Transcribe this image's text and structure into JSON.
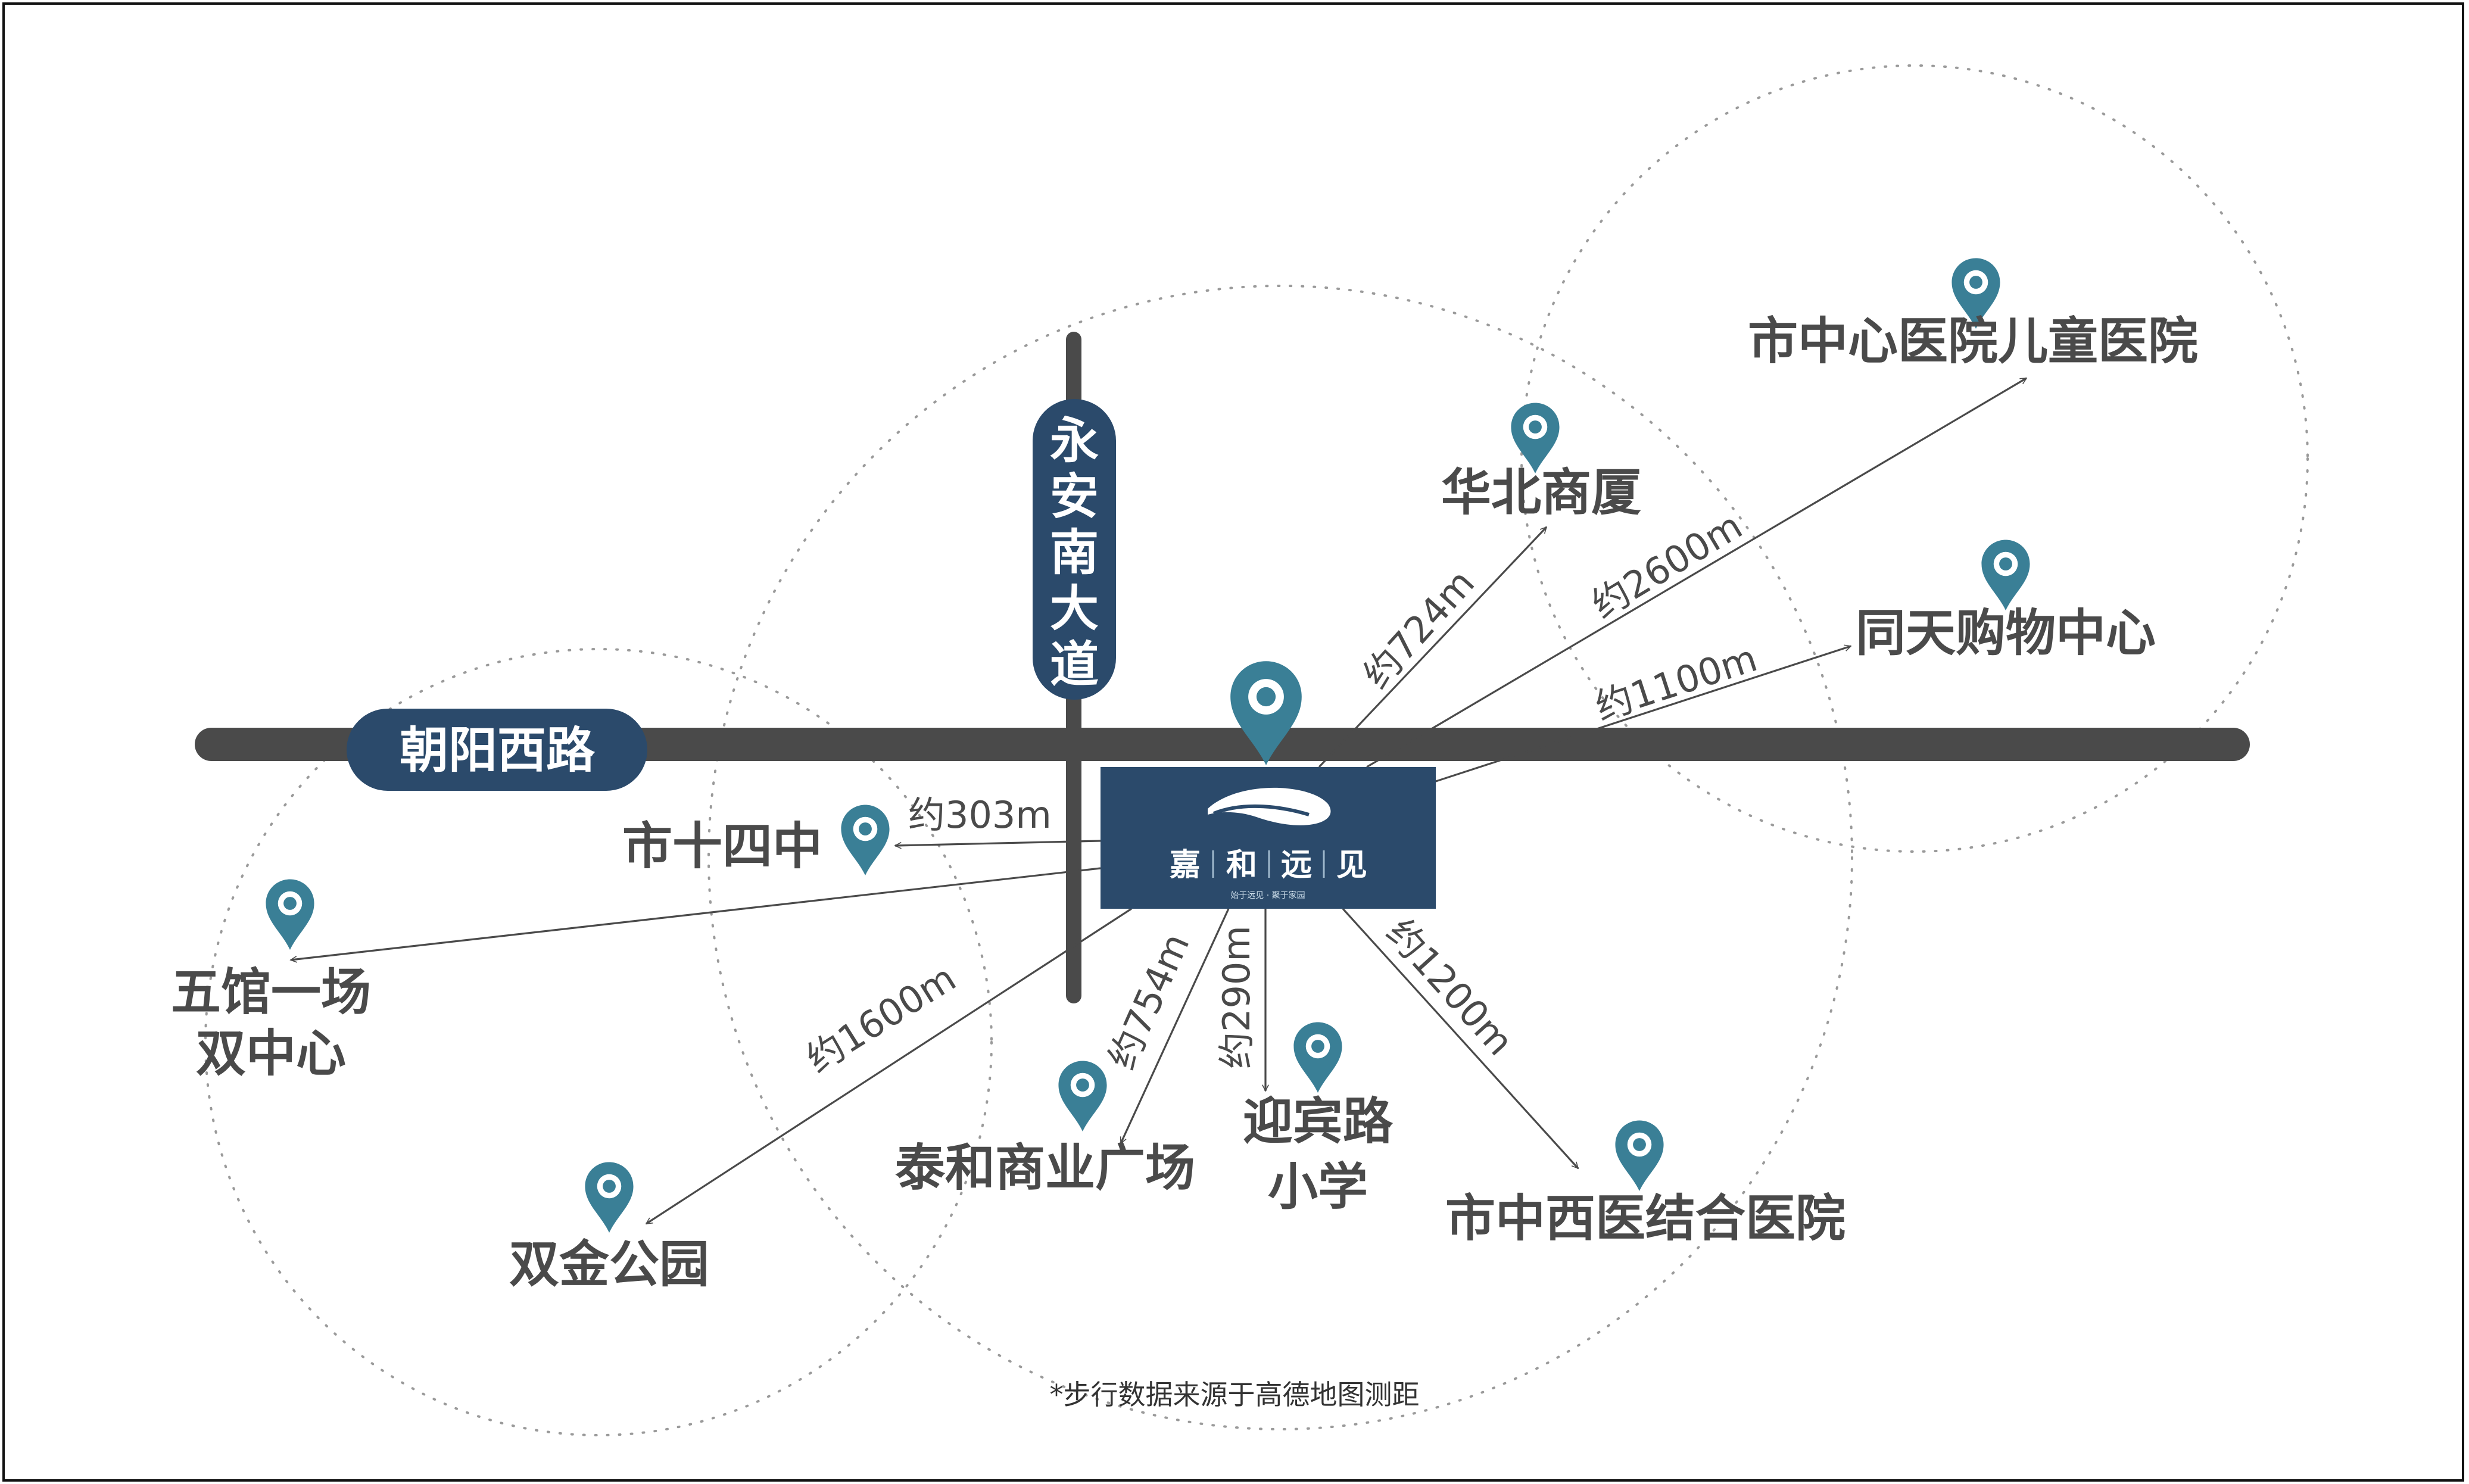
{
  "roads": {
    "horizontal": "朝阳西路",
    "vertical": [
      "永",
      "安",
      "南",
      "大",
      "道"
    ]
  },
  "project": {
    "name_chars": [
      "嘉",
      "和",
      "远",
      "见"
    ],
    "tagline": "始于远见 · 聚于家园"
  },
  "pois": [
    {
      "id": "shi-shi-si-zhong",
      "lines": [
        "市十四中"
      ],
      "distance": "约303m"
    },
    {
      "id": "wu-guan-yi-chang",
      "lines": [
        "五馆一场",
        "双中心"
      ],
      "distance": "约1600m"
    },
    {
      "id": "shuang-jin-park",
      "lines": [
        "双金公园"
      ],
      "distance": ""
    },
    {
      "id": "taihe-plaza",
      "lines": [
        "泰和商业广场"
      ],
      "distance": "约754m"
    },
    {
      "id": "yingbin-school",
      "lines": [
        "迎宾路",
        "小学"
      ],
      "distance": "约290m"
    },
    {
      "id": "integrated-hospital",
      "lines": [
        "市中西医结合医院"
      ],
      "distance": "约1200m"
    },
    {
      "id": "huabei-mall",
      "lines": [
        "华北商厦"
      ],
      "distance": "约724m"
    },
    {
      "id": "children-hospital",
      "lines": [
        "市中心医院儿童医院"
      ],
      "distance": "约2600m"
    },
    {
      "id": "tongtian-mall",
      "lines": [
        "同天购物中心"
      ],
      "distance": "约1100m"
    }
  ],
  "footnote": "*步行数据来源于高德地图测距",
  "colors": {
    "road": "#4a4a4a",
    "navy": "#2b4a6b",
    "pin": "#3a7f96",
    "text": "#4a4a4a"
  },
  "icons": {
    "pin": "location-pin-icon",
    "logo": "leaf-wave-logo-icon"
  }
}
